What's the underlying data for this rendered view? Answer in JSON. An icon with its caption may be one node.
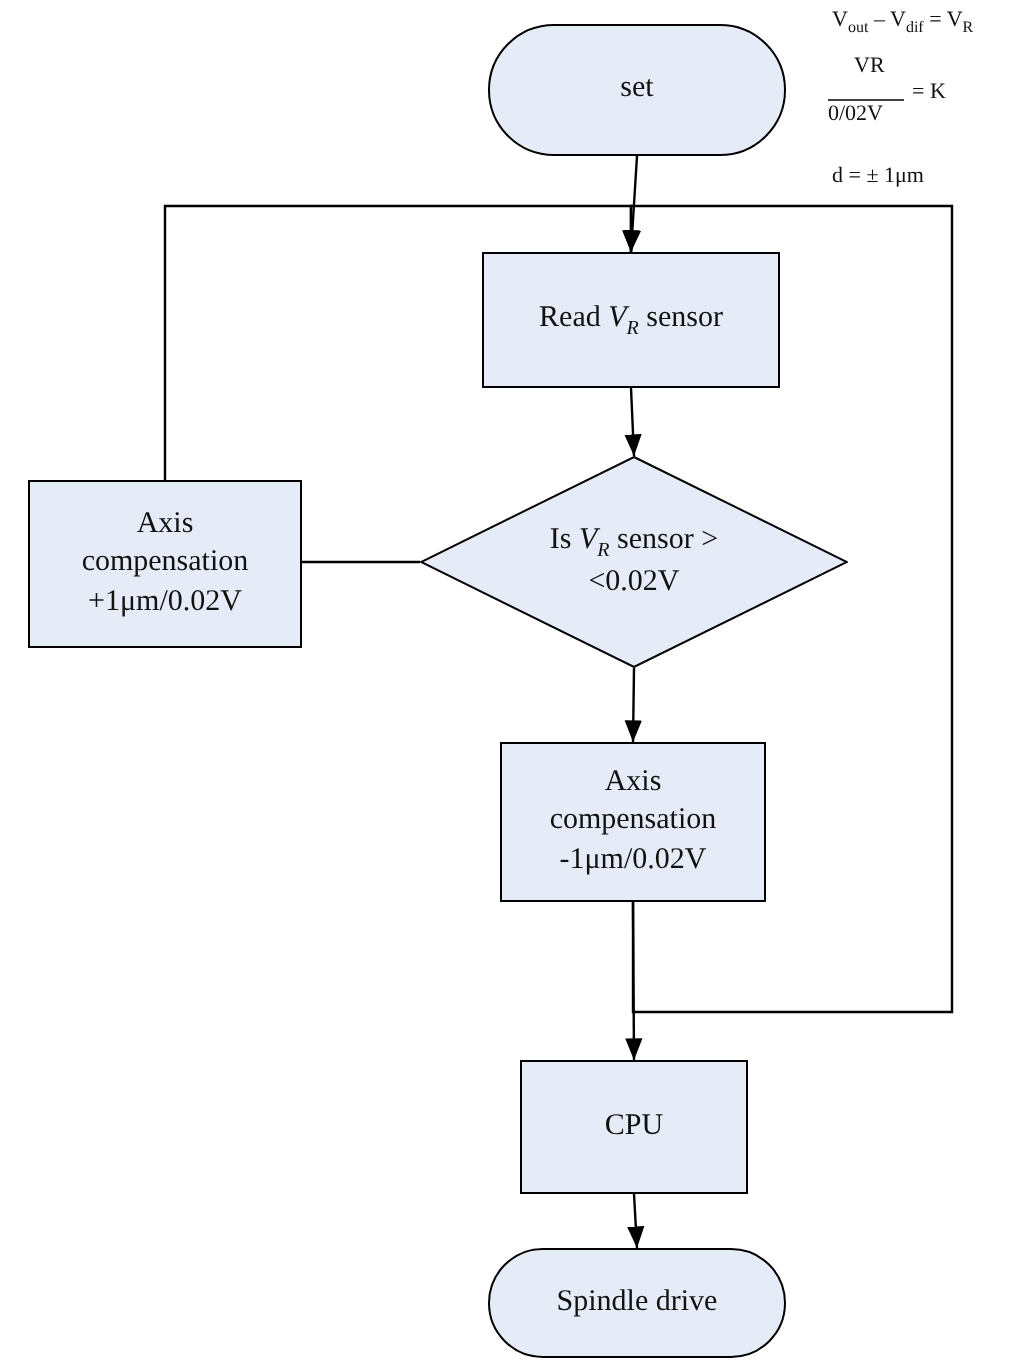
{
  "diagram": {
    "nodes": [
      {
        "text": [
          "set"
        ]
      },
      {
        "text": [
          "Read *V*$_{R}$ sensor"
        ]
      },
      {
        "text": [
          "Is *V*$_{R}$ sensor ><0.02V"
        ]
      },
      {
        "text": [
          "Axis compensation +1μm/0.02V"
        ]
      },
      {
        "text": [
          "Axis compensation -1μm/0.02V"
        ]
      },
      {
        "text": [
          "CPU"
        ]
      },
      {
        "text": [
          "Spindle drive"
        ]
      }
    ],
    "edges": [
      {
        "from": 0,
        "to": 1,
        "arrow": "to"
      },
      {
        "from": 3,
        "to": 1,
        "arrow": "to"
      },
      {
        "from": 4,
        "to": 1,
        "arrow": "to"
      },
      {
        "from": 1,
        "to": 2,
        "arrow": "to"
      },
      {
        "from": 2,
        "to": 3,
        "arrow": "none"
      },
      {
        "from": 2,
        "to": 4,
        "arrow": "to"
      },
      {
        "from": 4,
        "to": 5,
        "arrow": "to"
      },
      {
        "from": 5,
        "to": 6,
        "arrow": "to"
      }
    ],
    "labels": [
      "V$_{out}$ – V$_{dif}$ = V$_{R}$",
      "VR",
      "0/02V",
      "= K",
      "d =  ±  1μm"
    ]
  }
}
